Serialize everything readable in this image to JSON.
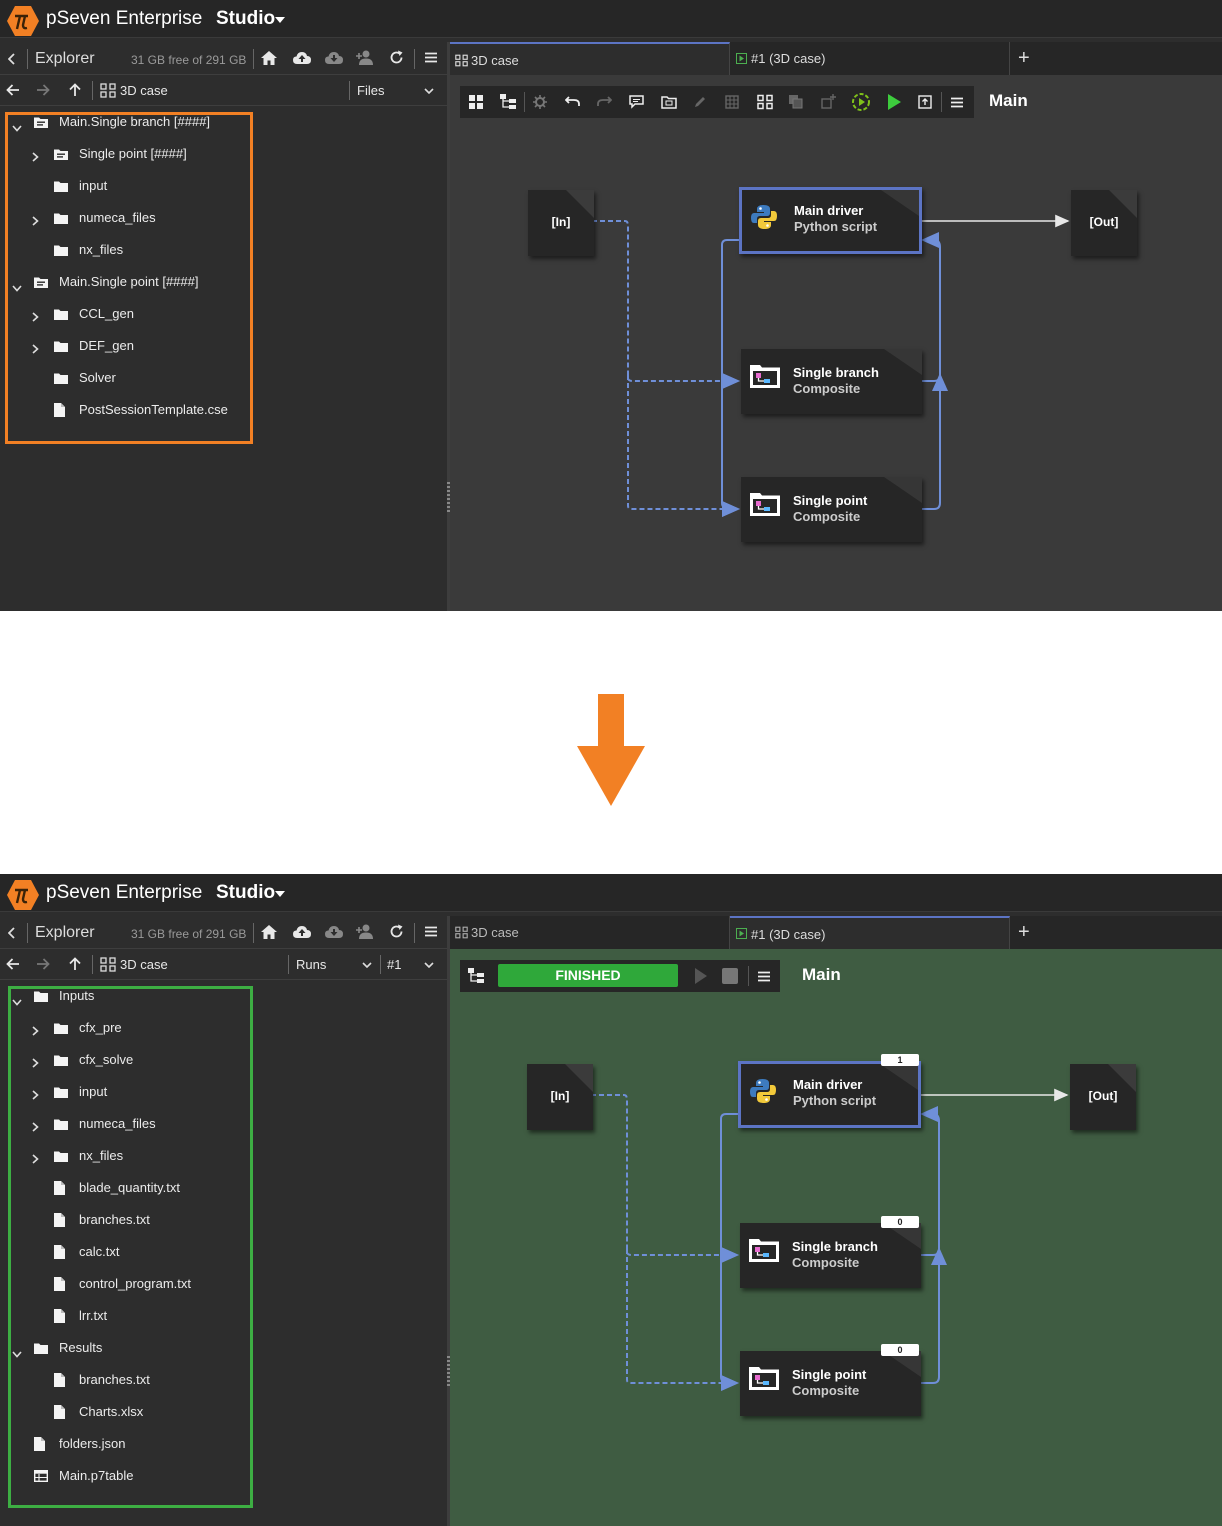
{
  "app": {
    "title": "pSeven Enterprise",
    "mode": "Studio"
  },
  "explorer": {
    "title": "Explorer",
    "free_space": "31 GB free of 291 GB"
  },
  "before": {
    "crumb": "3D case",
    "view_select": "Files",
    "tabs": [
      {
        "label": "3D case"
      },
      {
        "label": "#1 (3D case)"
      }
    ],
    "workspace_title": "Main",
    "tree": [
      {
        "label": "Main.Single branch [####]",
        "kind": "block",
        "level": 0,
        "expander": "open"
      },
      {
        "label": "Single point [####]",
        "kind": "block",
        "level": 1,
        "expander": "closed"
      },
      {
        "label": "input",
        "kind": "folder",
        "level": 1,
        "expander": "none"
      },
      {
        "label": "numeca_files",
        "kind": "folder",
        "level": 1,
        "expander": "closed"
      },
      {
        "label": "nx_files",
        "kind": "folder",
        "level": 1,
        "expander": "none"
      },
      {
        "label": "Main.Single point [####]",
        "kind": "block",
        "level": 0,
        "expander": "open"
      },
      {
        "label": "CCL_gen",
        "kind": "folder",
        "level": 1,
        "expander": "closed"
      },
      {
        "label": "DEF_gen",
        "kind": "folder",
        "level": 1,
        "expander": "closed"
      },
      {
        "label": "Solver",
        "kind": "folder",
        "level": 1,
        "expander": "none"
      },
      {
        "label": "PostSessionTemplate.cse",
        "kind": "file",
        "level": 1,
        "expander": "none"
      }
    ]
  },
  "after": {
    "crumb": "3D case",
    "view_select": "Runs",
    "run_select": "#1",
    "tabs": [
      {
        "label": "3D case"
      },
      {
        "label": "#1 (3D case)"
      }
    ],
    "workspace_title": "Main",
    "status": "FINISHED",
    "tree": [
      {
        "label": "Inputs",
        "kind": "folder",
        "level": 0,
        "expander": "open"
      },
      {
        "label": "cfx_pre",
        "kind": "folder",
        "level": 1,
        "expander": "closed"
      },
      {
        "label": "cfx_solve",
        "kind": "folder",
        "level": 1,
        "expander": "closed"
      },
      {
        "label": "input",
        "kind": "folder",
        "level": 1,
        "expander": "closed"
      },
      {
        "label": "numeca_files",
        "kind": "folder",
        "level": 1,
        "expander": "closed"
      },
      {
        "label": "nx_files",
        "kind": "folder",
        "level": 1,
        "expander": "closed"
      },
      {
        "label": "blade_quantity.txt",
        "kind": "file",
        "level": 1,
        "expander": "none"
      },
      {
        "label": "branches.txt",
        "kind": "file",
        "level": 1,
        "expander": "none"
      },
      {
        "label": "calc.txt",
        "kind": "file",
        "level": 1,
        "expander": "none"
      },
      {
        "label": "control_program.txt",
        "kind": "file",
        "level": 1,
        "expander": "none"
      },
      {
        "label": "lrr.txt",
        "kind": "file",
        "level": 1,
        "expander": "none"
      },
      {
        "label": "Results",
        "kind": "folder",
        "level": 0,
        "expander": "open"
      },
      {
        "label": "branches.txt",
        "kind": "file",
        "level": 1,
        "expander": "none"
      },
      {
        "label": "Charts.xlsx",
        "kind": "file",
        "level": 1,
        "expander": "none"
      },
      {
        "label": "folders.json",
        "kind": "file",
        "level": 0,
        "expander": "none"
      },
      {
        "label": "Main.p7table",
        "kind": "table",
        "level": 0,
        "expander": "none"
      }
    ],
    "counts": {
      "main_driver": "1",
      "single_branch": "0",
      "single_point": "0"
    }
  },
  "workflow": {
    "in_port": "[In]",
    "out_port": "[Out]",
    "main_driver": {
      "name": "Main driver",
      "type": "Python script"
    },
    "single_branch": {
      "name": "Single branch",
      "type": "Composite"
    },
    "single_point": {
      "name": "Single point",
      "type": "Composite"
    }
  },
  "colors": {
    "highlight_before": "#f28024",
    "highlight_after": "#3dae43",
    "link": "#6f8fd8",
    "status_ok": "#2fa83a"
  }
}
